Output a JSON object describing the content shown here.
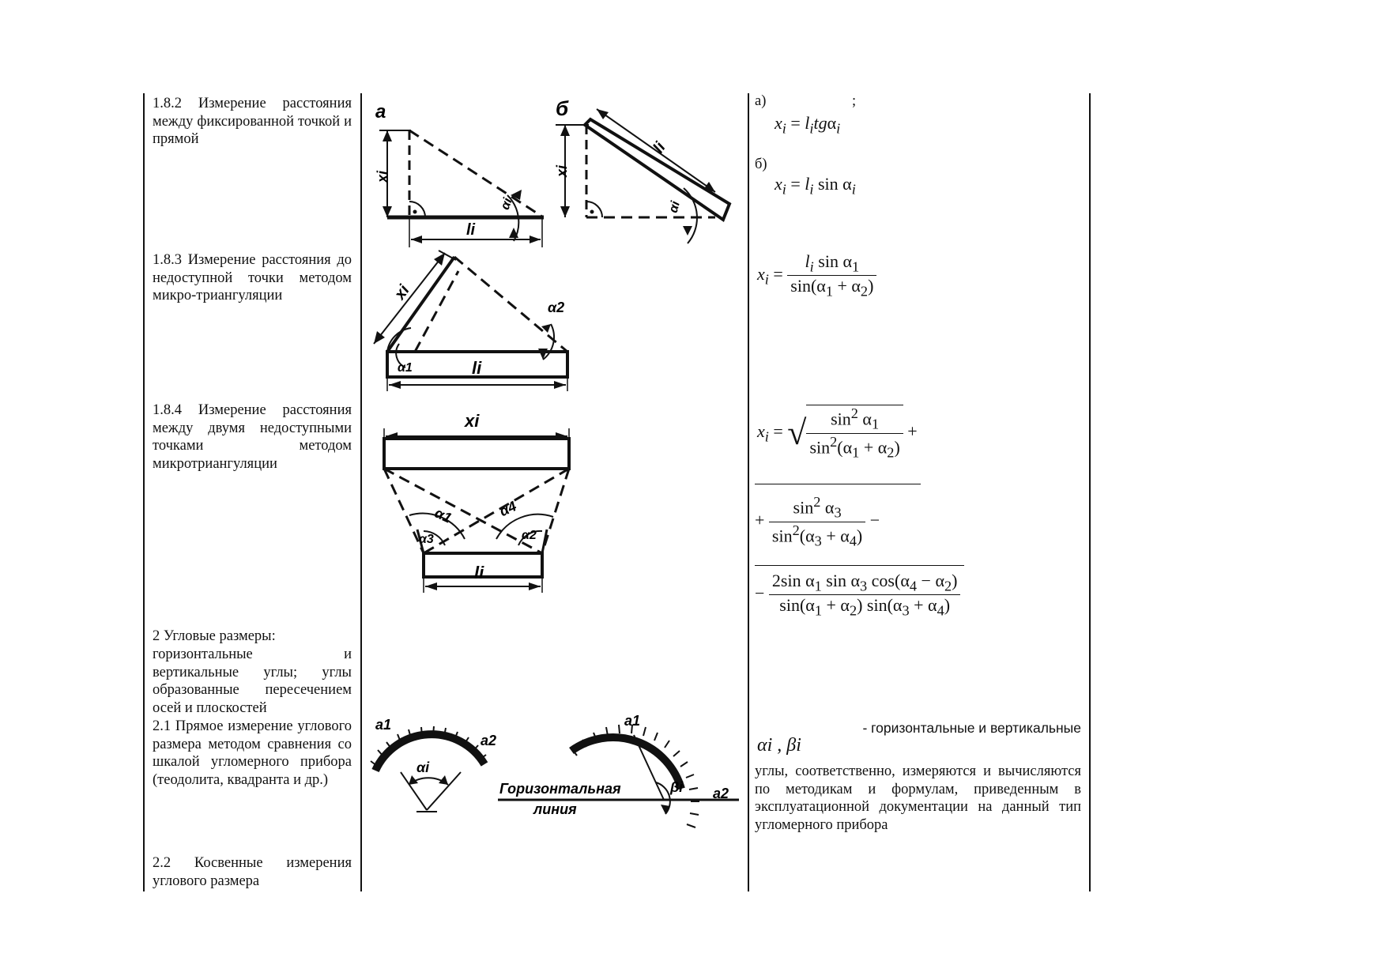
{
  "rows": [
    {
      "id": "1.8.2",
      "description": "1.8.2 Измерение расстояния между фиксированной точкой и прямой",
      "formula_a_label": "а)",
      "formula_a_semicolon": ";",
      "formula_a": "xi = li tg αi",
      "formula_b_label": "б)",
      "formula_b": "xi = li sin αi",
      "fig_labels": [
        "а",
        "б",
        "xi",
        "li",
        "αi"
      ]
    },
    {
      "id": "1.8.3",
      "description": "1.8.3 Измерение расстояния до недоступной точки методом микро-триангуляции",
      "formula": "xi = li sin α1 / sin(α1 + α2)",
      "fig_labels": [
        "xi",
        "α2",
        "α1",
        "li"
      ]
    },
    {
      "id": "1.8.4",
      "description": "1.8.4 Измерение расстояния между двумя недоступными точками методом микротриангуляции",
      "formula": "xi = sqrt( sin²α1/sin²(α1+α2) + sin²α3/sin²(α3+α4) − 2 sinα1 sinα3 cos(α4−α2) / (sin(α1+α2) sin(α3+α4)) )",
      "fig_labels": [
        "xi",
        "α1",
        "α4",
        "α3",
        "α2",
        "li"
      ]
    },
    {
      "id": "2",
      "description": "2 Угловые размеры:",
      "description2": "горизонтальные и вертикальные углы; углы образованные пересечением осей и плоскостей"
    },
    {
      "id": "2.1",
      "description": "2.1 Прямое измерение углового размера методом сравнения со шкалой угломерного прибора (теодолита, квадранта и др.)",
      "note_symbols": "αi , βi",
      "note_first": "- горизонтальные и вертикальные",
      "note_rest": "углы, соответственно, измеряются и вычисляются по методикам и формулам, приведенным в эксплуатационной документации на данный тип угломерного прибора",
      "fig_labels": [
        "a1",
        "a2",
        "αi",
        "a1",
        "βi",
        "a2",
        "Горизонтальная",
        "линия"
      ]
    },
    {
      "id": "2.2",
      "description": "2.2 Косвенные измерения углового размера"
    }
  ]
}
